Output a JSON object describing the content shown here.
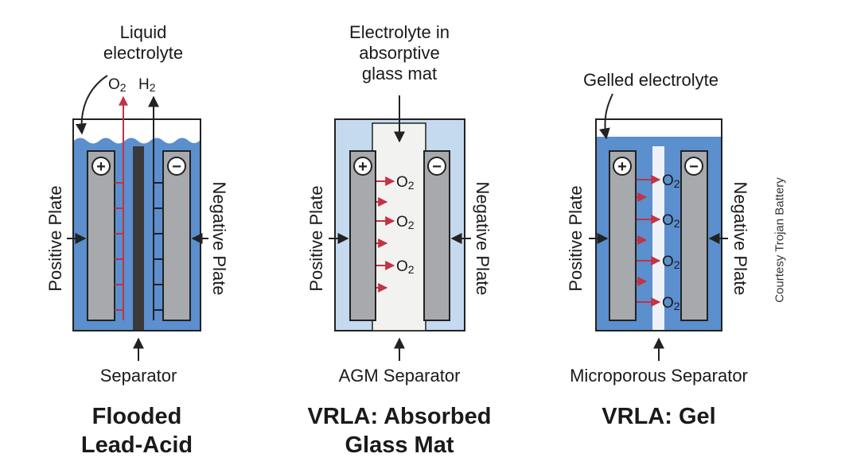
{
  "colors": {
    "electrolyte": "#5b8fce",
    "agm_mat_bg": "#c5d9ef",
    "plate": "#a7a9ac",
    "separator": "#3a3a3a",
    "gas_arrow": "#c23345",
    "outline": "#222222"
  },
  "panels": {
    "flooded": {
      "top_label": "Liquid\nelectrolyte",
      "gas_o2": "O2",
      "gas_h2": "H2",
      "plus_symbol": "+",
      "minus_symbol": "−",
      "positive_plate": "Positive Plate",
      "negative_plate": "Negative Plate",
      "separator": "Separator",
      "title": "Flooded\nLead-Acid"
    },
    "agm": {
      "top_label": "Electrolyte in\nabsorptive\nglass mat",
      "o2_labels": [
        "O2",
        "O2",
        "O2"
      ],
      "plus_symbol": "+",
      "minus_symbol": "−",
      "positive_plate": "Positive Plate",
      "negative_plate": "Negative Plate",
      "separator": "AGM Separator",
      "title": "VRLA: Absorbed\nGlass Mat"
    },
    "gel": {
      "top_label": "Gelled electrolyte",
      "o2_labels": [
        "O2",
        "O2",
        "O2",
        "O2"
      ],
      "plus_symbol": "+",
      "minus_symbol": "−",
      "positive_plate": "Positive Plate",
      "negative_plate": "Negative Plate",
      "separator": "Microporous Separator",
      "title": "VRLA: Gel"
    }
  },
  "credit": "Courtesy Trojan Battery"
}
